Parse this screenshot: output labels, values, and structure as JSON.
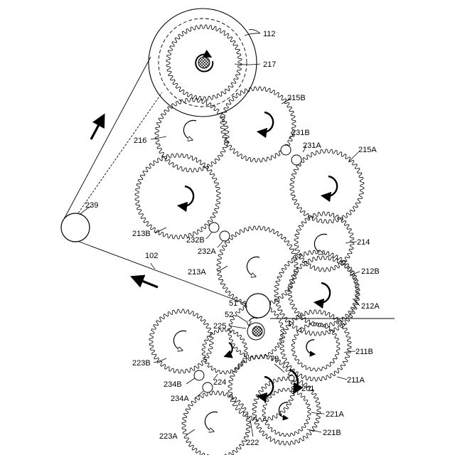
{
  "figure": {
    "labels": {
      "l112": "112",
      "l217": "217",
      "l215B": "215B",
      "l216": "216",
      "l231B": "231B",
      "l231A": "231A",
      "l215A": "215A",
      "l239": "239",
      "l213B": "213B",
      "l232B": "232B",
      "l232A": "232A",
      "l214": "214",
      "l102": "102",
      "l213A": "213A",
      "l212B": "212B",
      "l212A": "212A",
      "l51": "51",
      "l52": "52",
      "l225": "225",
      "l223B": "223B",
      "l79": "79",
      "l211B": "211B",
      "l234B": "234B",
      "l224": "224",
      "l201": "201",
      "l211A": "211A",
      "l234A": "234A",
      "l221A": "221A",
      "l223A": "223A",
      "l222": "222",
      "l221B": "221B"
    }
  }
}
